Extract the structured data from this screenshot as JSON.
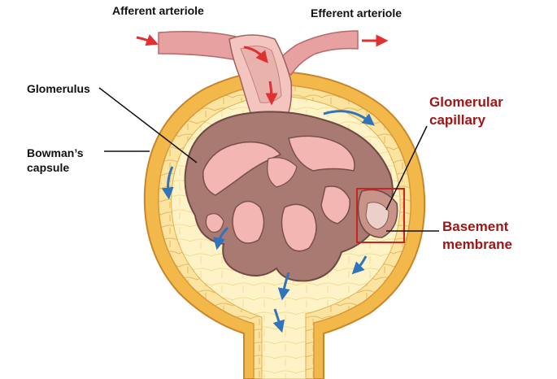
{
  "labels": {
    "afferent_arteriole": "Afferent arteriole",
    "efferent_arteriole": "Efferent arteriole",
    "glomerulus": "Glomerulus",
    "bowmans_capsule_line1": "Bowman’s",
    "bowmans_capsule_line2": "capsule",
    "glomerular_capillary_line1": "Glomerular",
    "glomerular_capillary_line2": "capillary",
    "basement_membrane_line1": "Basement",
    "basement_membrane_line2": "membrane"
  },
  "colors": {
    "capsule_outer": "#f2b84a",
    "capsule_inner": "#fbe9a6",
    "capsule_lumen": "#fdf3c4",
    "arteriole": "#e6a1a0",
    "glomerulus": "#a97a72",
    "glomerulus_lumen": "#f4b6b2",
    "flow_arrow": "#2f74bd",
    "blood_arrow": "#e03030",
    "highlight": "#cc2222",
    "accent_label": "#a01515"
  }
}
